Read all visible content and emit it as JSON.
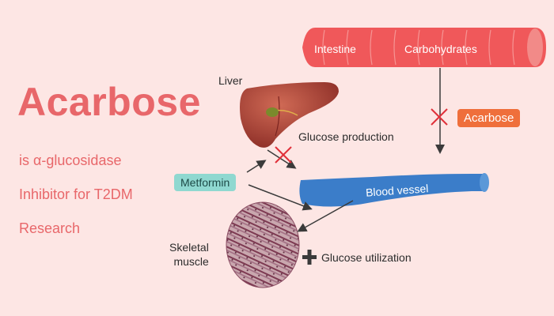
{
  "title": "Acarbose",
  "subtitle_lines": [
    "is α-glucosidase",
    "Inhibitor for T2DM",
    "Research"
  ],
  "labels": {
    "intestine": "Intestine",
    "carbohydrates": "Carbohydrates",
    "liver": "Liver",
    "glucose_production": "Glucose production",
    "blood_vessel": "Blood vessel",
    "skeletal_line1": "Skeletal",
    "skeletal_line2": "muscle",
    "glucose_utilization": "Glucose utilization"
  },
  "badges": {
    "metformin": "Metformin",
    "acarbose": "Acarbose"
  },
  "colors": {
    "background": "#fde6e4",
    "accent_text": "#e8676a",
    "intestine": "#f0585a",
    "blood_vessel": "#3b7dc9",
    "liver": "#b5463a",
    "muscle": "#9b5a6e",
    "metformin_badge": "#8fd8d0",
    "acarbose_badge": "#ef6f3b",
    "inhibit_mark": "#e0303a"
  },
  "icons": {
    "inhibit": "cross-mark-icon",
    "plus": "plus-icon"
  }
}
